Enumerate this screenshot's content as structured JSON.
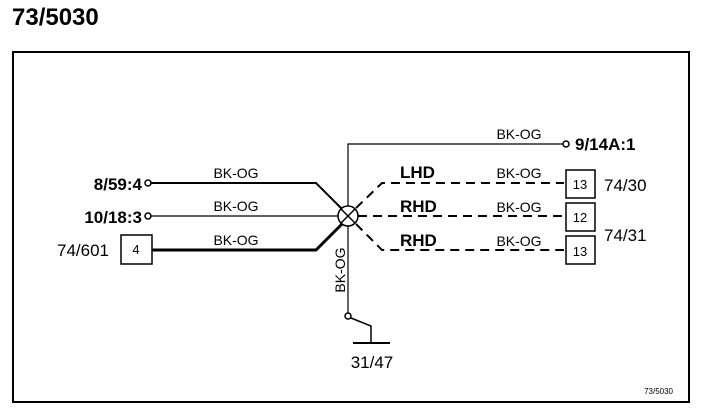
{
  "title": "73/5030",
  "footer_ref": "73/5030",
  "splice": {
    "ground_wire_color": "BK-OG",
    "ground_label": "31/47"
  },
  "left_connections": [
    {
      "label": "8/59:4",
      "wire_color": "BK-OG",
      "style": "terminal"
    },
    {
      "label": "10/18:3",
      "wire_color": "BK-OG",
      "style": "terminal"
    },
    {
      "label": "74/601",
      "wire_color": "BK-OG",
      "style": "pin",
      "pin": "4"
    }
  ],
  "top_right_connection": {
    "label": "9/14A:1",
    "wire_color": "BK-OG"
  },
  "right_connections": [
    {
      "variant": "LHD",
      "wire_color": "BK-OG",
      "pin": "13"
    },
    {
      "variant": "RHD",
      "wire_color": "BK-OG",
      "pin": "12"
    },
    {
      "variant": "RHD",
      "wire_color": "BK-OG",
      "pin": "13"
    }
  ],
  "right_connectors": [
    {
      "label": "74/30"
    },
    {
      "label": "74/31"
    }
  ]
}
